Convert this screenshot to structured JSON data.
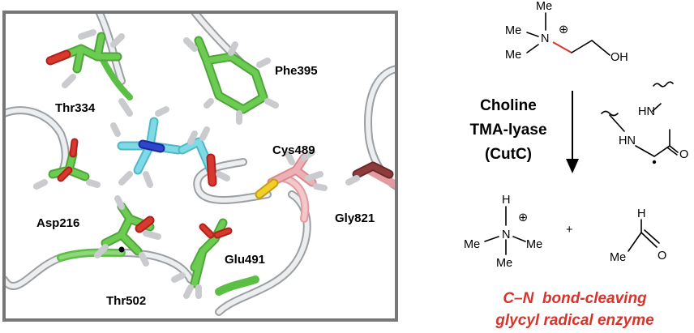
{
  "panel": {
    "residues": {
      "thr334": "Thr334",
      "phe395": "Phe395",
      "cys489": "Cys489",
      "asp216": "Asp216",
      "gly821": "Gly821",
      "glu491": "Glu491",
      "thr502": "Thr502"
    }
  },
  "scheme": {
    "substrate": {
      "me1": "Me",
      "me2": "Me",
      "me3": "Me",
      "n": "N",
      "charge": "⊕",
      "oh": "OH"
    },
    "enzyme": {
      "line1": "Choline",
      "line2": "TMA-lyase",
      "line3": "(CutC)"
    },
    "radical": {
      "hn1": "HN",
      "hn2": "HN",
      "o": "O"
    },
    "product_tma": {
      "h": "H",
      "n": "N",
      "me1": "Me",
      "me2": "Me",
      "me3": "Me",
      "charge": "⊕"
    },
    "plus": "+",
    "product_ald": {
      "h": "H",
      "me": "Me",
      "o": "O"
    },
    "caption": {
      "line1": "C–N  bond-cleaving",
      "line2": "glycyl radical enzyme"
    }
  },
  "colors": {
    "carbon_green": "#5cbf45",
    "carbon_cyan": "#6fd0de",
    "carbon_pink": "#e8a0a4",
    "oxygen": "#cc2a22",
    "nitrogen": "#2233bb",
    "sulfur": "#e5c21f",
    "frame": "#777777",
    "accent_red": "#d9342b"
  }
}
